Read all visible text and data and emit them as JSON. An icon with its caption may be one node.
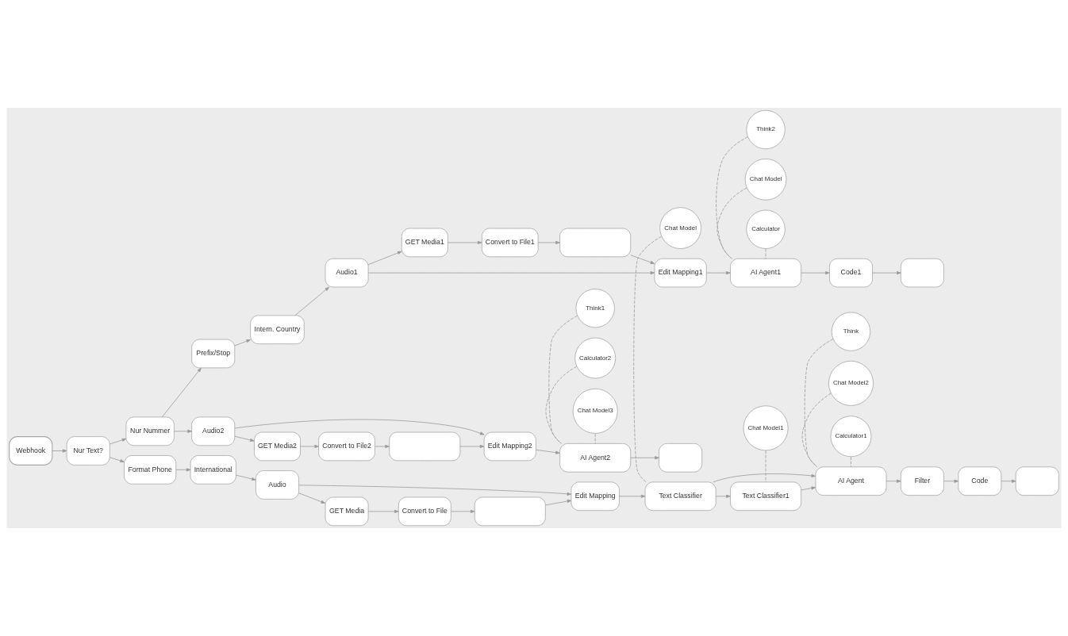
{
  "diagram": {
    "nodes": [
      {
        "text": [
          "Audio2"
        ]
      },
      {
        "text": [
          "GET Media2"
        ]
      },
      {
        "text": [
          "Convert to File2"
        ]
      },
      {
        "text": [],
        "shape": "box"
      },
      {
        "text": [
          "Edit Mapping2"
        ]
      },
      {
        "text": [
          "AI Agent2"
        ]
      },
      {
        "text": [],
        "shape": "box"
      },
      {
        "text": [
          "Chat Model3"
        ]
      },
      {
        "text": [
          "Think1"
        ]
      },
      {
        "text": [
          "Calculator2"
        ]
      },
      {
        "text": [
          "Nur Nummer"
        ]
      },
      {
        "text": [
          "Prefix/Stop"
        ]
      },
      {
        "text": [
          "Intern. Country"
        ]
      },
      {
        "text": [
          "Audio1"
        ]
      },
      {
        "text": [
          "GET Media1"
        ]
      },
      {
        "text": [
          "Convert to File1"
        ]
      },
      {
        "text": [],
        "shape": "box"
      },
      {
        "text": [
          "Edit Mapping1"
        ]
      },
      {
        "text": [
          "AI Agent1"
        ]
      },
      {
        "text": [
          "Code1"
        ]
      },
      {
        "text": [],
        "shape": "box"
      },
      {
        "text": [
          "Chat Model"
        ]
      },
      {
        "text": [
          "Calculator"
        ]
      },
      {
        "text": [
          "Think2"
        ]
      },
      {
        "text": [
          "Webhook"
        ]
      },
      {
        "text": [
          "Nur Text?"
        ]
      },
      {
        "text": [
          "Format Phone"
        ]
      },
      {
        "text": [
          "International"
        ]
      },
      {
        "text": [
          "Audio"
        ]
      },
      {
        "text": [
          "GET Media"
        ]
      },
      {
        "text": [
          "Convert to File"
        ]
      },
      {
        "text": [],
        "shape": "box"
      },
      {
        "text": [
          "Edit Mapping"
        ]
      },
      {
        "text": [
          "Text Classifier"
        ]
      },
      {
        "text": [
          "AI Agent"
        ]
      },
      {
        "text": [
          "Filter"
        ]
      },
      {
        "text": [
          "Code"
        ]
      },
      {
        "text": [],
        "shape": "box"
      },
      {
        "text": [
          "Chat Model"
        ]
      },
      {
        "text": [
          "Text Classifier1"
        ]
      },
      {
        "text": [
          "Chat Model1"
        ]
      },
      {
        "text": [
          "Chat Model2"
        ]
      },
      {
        "text": [
          "Calculator1"
        ]
      },
      {
        "text": [
          "Think"
        ]
      }
    ],
    "edges": [
      {
        "from": 0,
        "to": 1,
        "arrow": "to"
      },
      {
        "from": 0,
        "to": 4,
        "arrow": "to"
      },
      {
        "from": 1,
        "to": 2,
        "arrow": "to"
      },
      {
        "from": 2,
        "to": 3,
        "arrow": "to"
      },
      {
        "from": 3,
        "to": 4,
        "arrow": "to"
      },
      {
        "from": 4,
        "to": 5,
        "arrow": "to"
      },
      {
        "from": 5,
        "to": 6,
        "arrow": "to"
      },
      {
        "from": 7,
        "to": 5,
        "arrow": "none",
        "style": "dashed"
      },
      {
        "from": 8,
        "to": 5,
        "arrow": "none",
        "style": "dashed"
      },
      {
        "from": 9,
        "to": 5,
        "arrow": "none",
        "style": "dashed"
      },
      {
        "from": 10,
        "to": 0,
        "arrow": "to"
      },
      {
        "from": 10,
        "to": 11,
        "arrow": "to"
      },
      {
        "from": 11,
        "to": 12,
        "arrow": "to"
      },
      {
        "from": 12,
        "to": 13,
        "arrow": "to"
      },
      {
        "from": 13,
        "to": 14,
        "arrow": "to"
      },
      {
        "from": 13,
        "to": 17,
        "arrow": "to"
      },
      {
        "from": 14,
        "to": 15,
        "arrow": "to"
      },
      {
        "from": 15,
        "to": 16,
        "arrow": "to"
      },
      {
        "from": 16,
        "to": 17,
        "arrow": "to"
      },
      {
        "from": 17,
        "to": 18,
        "arrow": "to"
      },
      {
        "from": 18,
        "to": 19,
        "arrow": "to"
      },
      {
        "from": 19,
        "to": 20,
        "arrow": "to"
      },
      {
        "from": 21,
        "to": 18,
        "arrow": "none",
        "style": "dashed"
      },
      {
        "from": 22,
        "to": 18,
        "arrow": "none",
        "style": "dashed"
      },
      {
        "from": 23,
        "to": 18,
        "arrow": "none",
        "style": "dashed"
      },
      {
        "from": 24,
        "to": 25,
        "arrow": "to"
      },
      {
        "from": 25,
        "to": 10,
        "arrow": "to"
      },
      {
        "from": 25,
        "to": 26,
        "arrow": "to"
      },
      {
        "from": 26,
        "to": 27,
        "arrow": "to"
      },
      {
        "from": 27,
        "to": 28,
        "arrow": "to"
      },
      {
        "from": 28,
        "to": 29,
        "arrow": "to"
      },
      {
        "from": 28,
        "to": 32,
        "arrow": "to"
      },
      {
        "from": 29,
        "to": 30,
        "arrow": "to"
      },
      {
        "from": 30,
        "to": 31,
        "arrow": "to"
      },
      {
        "from": 31,
        "to": 32,
        "arrow": "to"
      },
      {
        "from": 32,
        "to": 33,
        "arrow": "to"
      },
      {
        "from": 33,
        "to": 34,
        "arrow": "to"
      },
      {
        "from": 33,
        "to": 39,
        "arrow": "to"
      },
      {
        "from": 38,
        "to": 33,
        "arrow": "none",
        "style": "dashed"
      },
      {
        "from": 39,
        "to": 34,
        "arrow": "to"
      },
      {
        "from": 40,
        "to": 39,
        "arrow": "none",
        "style": "dashed"
      },
      {
        "from": 34,
        "to": 35,
        "arrow": "to"
      },
      {
        "from": 41,
        "to": 34,
        "arrow": "none",
        "style": "dashed"
      },
      {
        "from": 42,
        "to": 34,
        "arrow": "none",
        "style": "dashed"
      },
      {
        "from": 43,
        "to": 34,
        "arrow": "none",
        "style": "dashed"
      },
      {
        "from": 35,
        "to": 36,
        "arrow": "to"
      },
      {
        "from": 36,
        "to": 37,
        "arrow": "to"
      }
    ]
  }
}
